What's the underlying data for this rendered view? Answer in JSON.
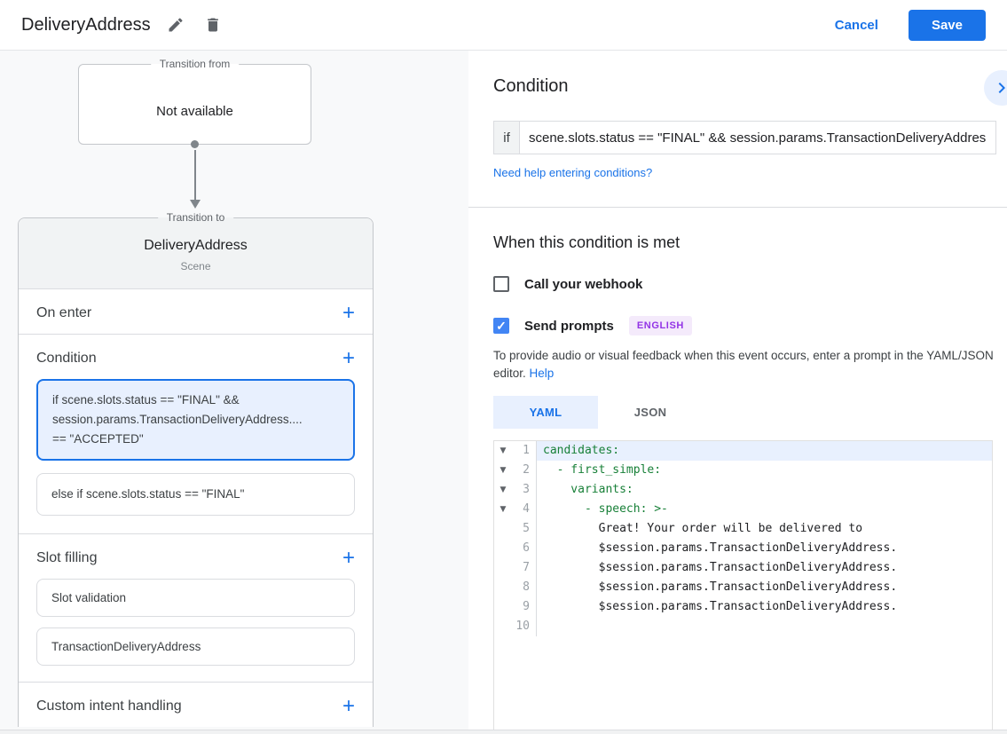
{
  "header": {
    "title": "DeliveryAddress",
    "cancel_label": "Cancel",
    "save_label": "Save"
  },
  "icons": {
    "add": "+",
    "fold": "▼",
    "check": "✓"
  },
  "flow": {
    "transition_from": {
      "legend": "Transition from",
      "value": "Not available"
    },
    "transition_to": {
      "legend": "Transition to",
      "title": "DeliveryAddress",
      "subtitle": "Scene"
    },
    "sections": {
      "on_enter": {
        "label": "On enter"
      },
      "condition": {
        "label": "Condition",
        "cards": [
          {
            "line1": "if scene.slots.status == \"FINAL\" &&",
            "line2": "session.params.TransactionDeliveryAddress....",
            "line3": "== \"ACCEPTED\""
          },
          {
            "line1": "else if scene.slots.status == \"FINAL\""
          }
        ]
      },
      "slot_filling": {
        "label": "Slot filling",
        "cards": [
          {
            "label": "Slot validation"
          },
          {
            "label": "TransactionDeliveryAddress"
          }
        ]
      },
      "custom_intent": {
        "label": "Custom intent handling"
      }
    }
  },
  "condition_panel": {
    "title": "Condition",
    "if_label": "if",
    "if_value": "scene.slots.status == \"FINAL\" && session.params.TransactionDeliveryAddres",
    "help_link": "Need help entering conditions?"
  },
  "when_met": {
    "title": "When this condition is met",
    "webhook_label": "Call your webhook",
    "send_prompts_label": "Send prompts",
    "language_badge": "ENGLISH",
    "description": "To provide audio or visual feedback when this event occurs, enter a prompt in the YAML/JSON editor.",
    "help_label": "Help"
  },
  "editor": {
    "tabs": [
      {
        "label": "YAML"
      },
      {
        "label": "JSON"
      }
    ],
    "lines": [
      {
        "num": "1",
        "code": "candidates:"
      },
      {
        "num": "2",
        "code": "  - first_simple:"
      },
      {
        "num": "3",
        "code": "    variants:"
      },
      {
        "num": "4",
        "code": "      - speech: >-"
      },
      {
        "num": "5",
        "code": "        Great! Your order will be delivered to"
      },
      {
        "num": "6",
        "code": "        $session.params.TransactionDeliveryAddress."
      },
      {
        "num": "7",
        "code": "        $session.params.TransactionDeliveryAddress."
      },
      {
        "num": "8",
        "code": "        $session.params.TransactionDeliveryAddress."
      },
      {
        "num": "9",
        "code": "        $session.params.TransactionDeliveryAddress."
      },
      {
        "num": "10",
        "code": ""
      }
    ]
  },
  "colors": {
    "accent_blue": "#1a73e8",
    "selected_card_bg": "#e8f0fe",
    "yaml_key_green": "#188038",
    "badge_purple": "#9334e6"
  }
}
